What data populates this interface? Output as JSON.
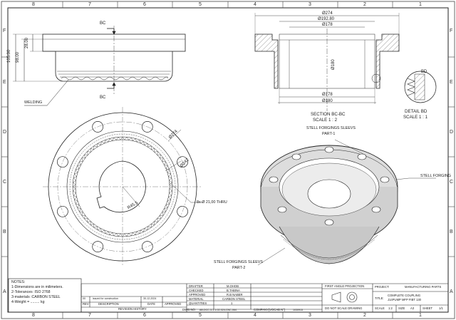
{
  "border": {
    "columns": [
      "8",
      "7",
      "6",
      "5",
      "4",
      "3",
      "2",
      "1"
    ],
    "rows": [
      "F",
      "E",
      "D",
      "C",
      "B",
      "A"
    ]
  },
  "front_view": {
    "section_mark_top": "BC",
    "section_mark_bottom": "BC",
    "dim_overall_height": "105.00",
    "dim_mid_height": "98.00",
    "dim_flange_thickness": "28.00",
    "welding_label": "WELDING"
  },
  "section_view": {
    "dim_274": "Ø274",
    "dim_192": "Ø192.80",
    "dim_178_top": "Ø178",
    "dim_180_vert": "Ø180",
    "dim_178_bottom": "Ø178",
    "dim_180_bottom": "Ø180",
    "section_title": "SECTION BC-BC",
    "section_scale": "SCALE 1 : 2",
    "detail_mark": "BD",
    "detail_title": "DETAIL BD",
    "detail_scale": "SCALE 1 : 1"
  },
  "plan_view": {
    "dim_274": "Ø274",
    "dim_242": "Ø242",
    "dim_r": "R45.5",
    "holes_callout": "8x Ø 21,00 THRU"
  },
  "iso_view": {
    "label_part1_line1": "STELL FORGINGS SLEEVS",
    "label_part1_line2": "PART-1",
    "label_part2_line1": "STELL FORGINGS SLEEVS",
    "label_part2_line2": "PART-2",
    "label_right": "STELL FORGING"
  },
  "notes": {
    "heading": "NOTES:",
    "lines": [
      "1-Dimensions are in milimeters.",
      "2-Tolerances :ISO 2768",
      "3-materials :CARBON STEEL",
      "4-Weight = ......... kg"
    ]
  },
  "revision": {
    "row_rev": "00",
    "row_desc": "issued for construction",
    "row_date": "30-12-2024",
    "h_rev": "REV",
    "h_desc": "DESCRIPTION",
    "h_date": "DATE",
    "h_approved": "APPROVED",
    "block_title": "REVISION HISTORY"
  },
  "signoff": {
    "drafter_label": "DRAFTER",
    "drafter": "M.OHOB",
    "checked_label": "CHECKED",
    "checked": "B.TABINA",
    "approved_label": "APPROVED",
    "approved": "R.B NABER",
    "material_label": "MATERIAL",
    "material": "CARBON STEEL",
    "quantities_label": "QUANTITIES",
    "quantities": "1",
    "dwg_label": "DWG NO:",
    "dwg_no": "AB-DCC-3-1-1-02-024-CNC-064",
    "company_label": "COMPANY(VOCAB N°)",
    "company_no": "1030915"
  },
  "title_block": {
    "projection": "FIRST ANGLE PROJECTION",
    "project_label": "PROJECT:",
    "project": "MANUFACTURING PARTS",
    "title_label": "TITLE:",
    "title_line1": "COMPLETE COUPLING",
    "title_line2": "J14PUMP MFP FIBT 130",
    "no_scale": "DO NOT SCALE DRAWING",
    "scale_label": "SCALE",
    "scale": "1:2",
    "size_label": "SIZE",
    "size": "A3",
    "sheet_label": "SHEET",
    "sheet": "1/1"
  }
}
